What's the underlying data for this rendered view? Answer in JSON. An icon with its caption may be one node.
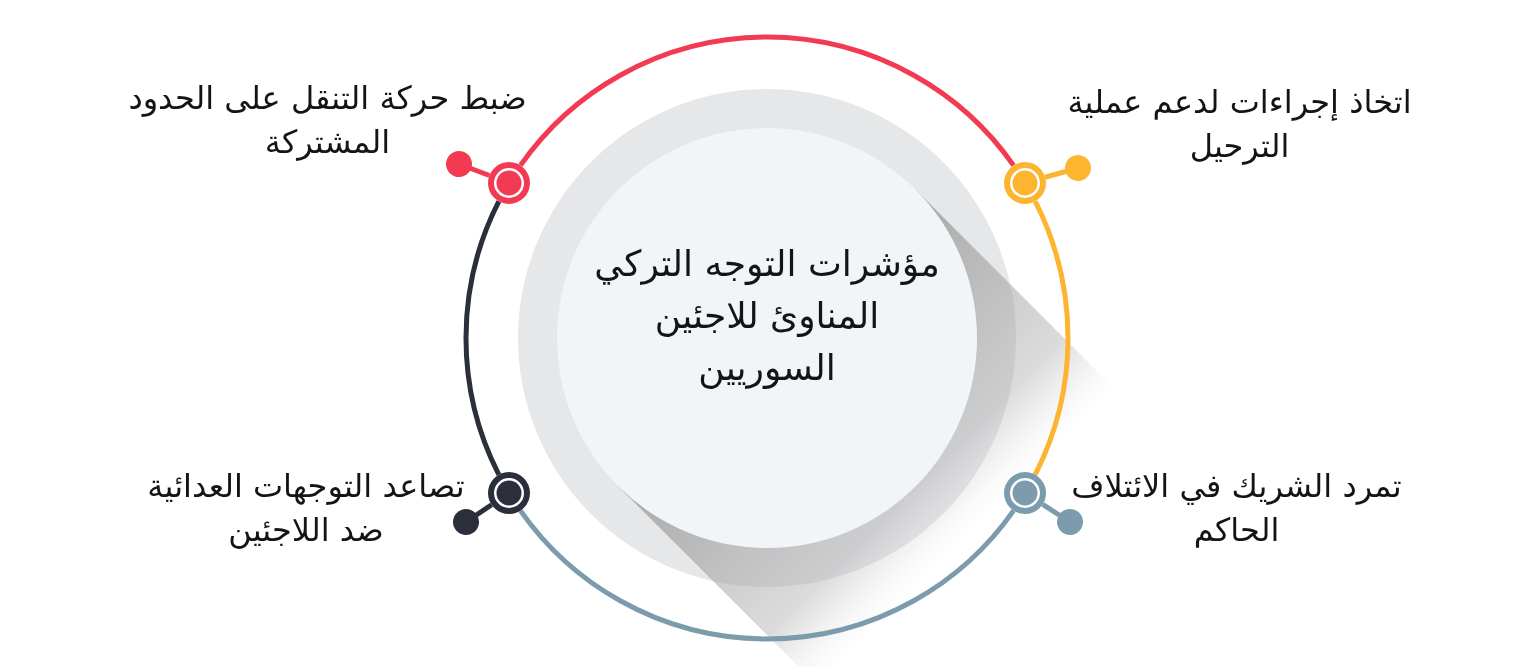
{
  "diagram": {
    "nodes": [
      {
        "text": [
          "مؤشرات التوجه التركي المناوئ للاجئين السوريين"
        ]
      },
      {
        "text": [
          "اتخاذ إجراءات لدعم عملية الترحيل"
        ]
      },
      {
        "text": [
          "ضبط حركة التنقل على الحدود المشتركة"
        ]
      },
      {
        "text": [
          "تمرد الشريك في الائتلاف الحاكم"
        ]
      },
      {
        "text": [
          "تصاعد التوجهات العدائية ضد اللاجئين"
        ]
      },
      {
        "text": [],
        "shape": "circle"
      },
      {
        "text": [],
        "shape": "circle"
      },
      {
        "text": [],
        "shape": "circle"
      },
      {
        "text": [],
        "shape": "circle"
      }
    ],
    "edges": [
      {
        "from": 2,
        "to": 5,
        "arrow": "other",
        "color": "#f23a52"
      },
      {
        "from": 1,
        "to": 6,
        "arrow": "other",
        "color": "#fdb431"
      },
      {
        "from": 4,
        "to": 7,
        "arrow": "other",
        "color": "#2b2f3b"
      },
      {
        "from": 3,
        "to": 8,
        "arrow": "other",
        "color": "#7c9cae"
      },
      {
        "from": 5,
        "to": 6,
        "arrow": "none",
        "color": "#f23a52"
      },
      {
        "from": 6,
        "to": 8,
        "arrow": "none",
        "color": "#fdb431"
      },
      {
        "from": 8,
        "to": 7,
        "arrow": "none",
        "color": "#7c9cae"
      },
      {
        "from": 7,
        "to": 5,
        "arrow": "none",
        "color": "#2b2f3b"
      }
    ]
  }
}
